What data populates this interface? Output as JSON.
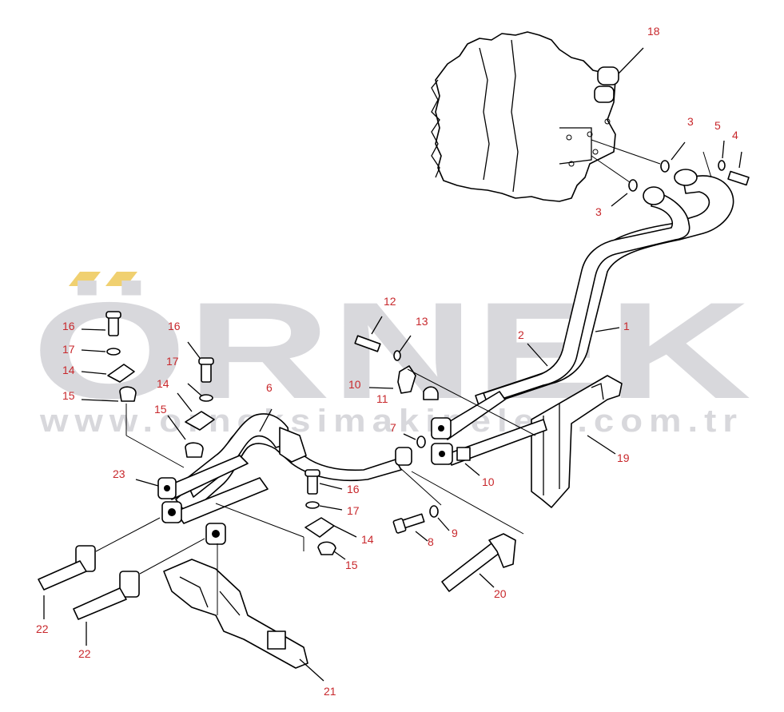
{
  "watermark": {
    "word": "ÖRNEK",
    "url": "www.orneksimakineleri.com.tr",
    "color": "#d8d8dc",
    "dot_color": "#f0d070"
  },
  "callout_color": "#c8282c",
  "callouts": {
    "c1": "1",
    "c2": "2",
    "c3a": "3",
    "c3b": "3",
    "c4": "4",
    "c5": "5",
    "c6": "6",
    "c7": "7",
    "c8": "8",
    "c9": "9",
    "c10a": "10",
    "c10b": "10",
    "c11": "11",
    "c12": "12",
    "c13": "13",
    "c14a": "14",
    "c14b": "14",
    "c14c": "14",
    "c15a": "15",
    "c15b": "15",
    "c15c": "15",
    "c16a": "16",
    "c16b": "16",
    "c16c": "16",
    "c17a": "17",
    "c17b": "17",
    "c17c": "17",
    "c18": "18",
    "c19": "19",
    "c20": "20",
    "c21": "21",
    "c22a": "22",
    "c22b": "22",
    "c23": "23"
  }
}
